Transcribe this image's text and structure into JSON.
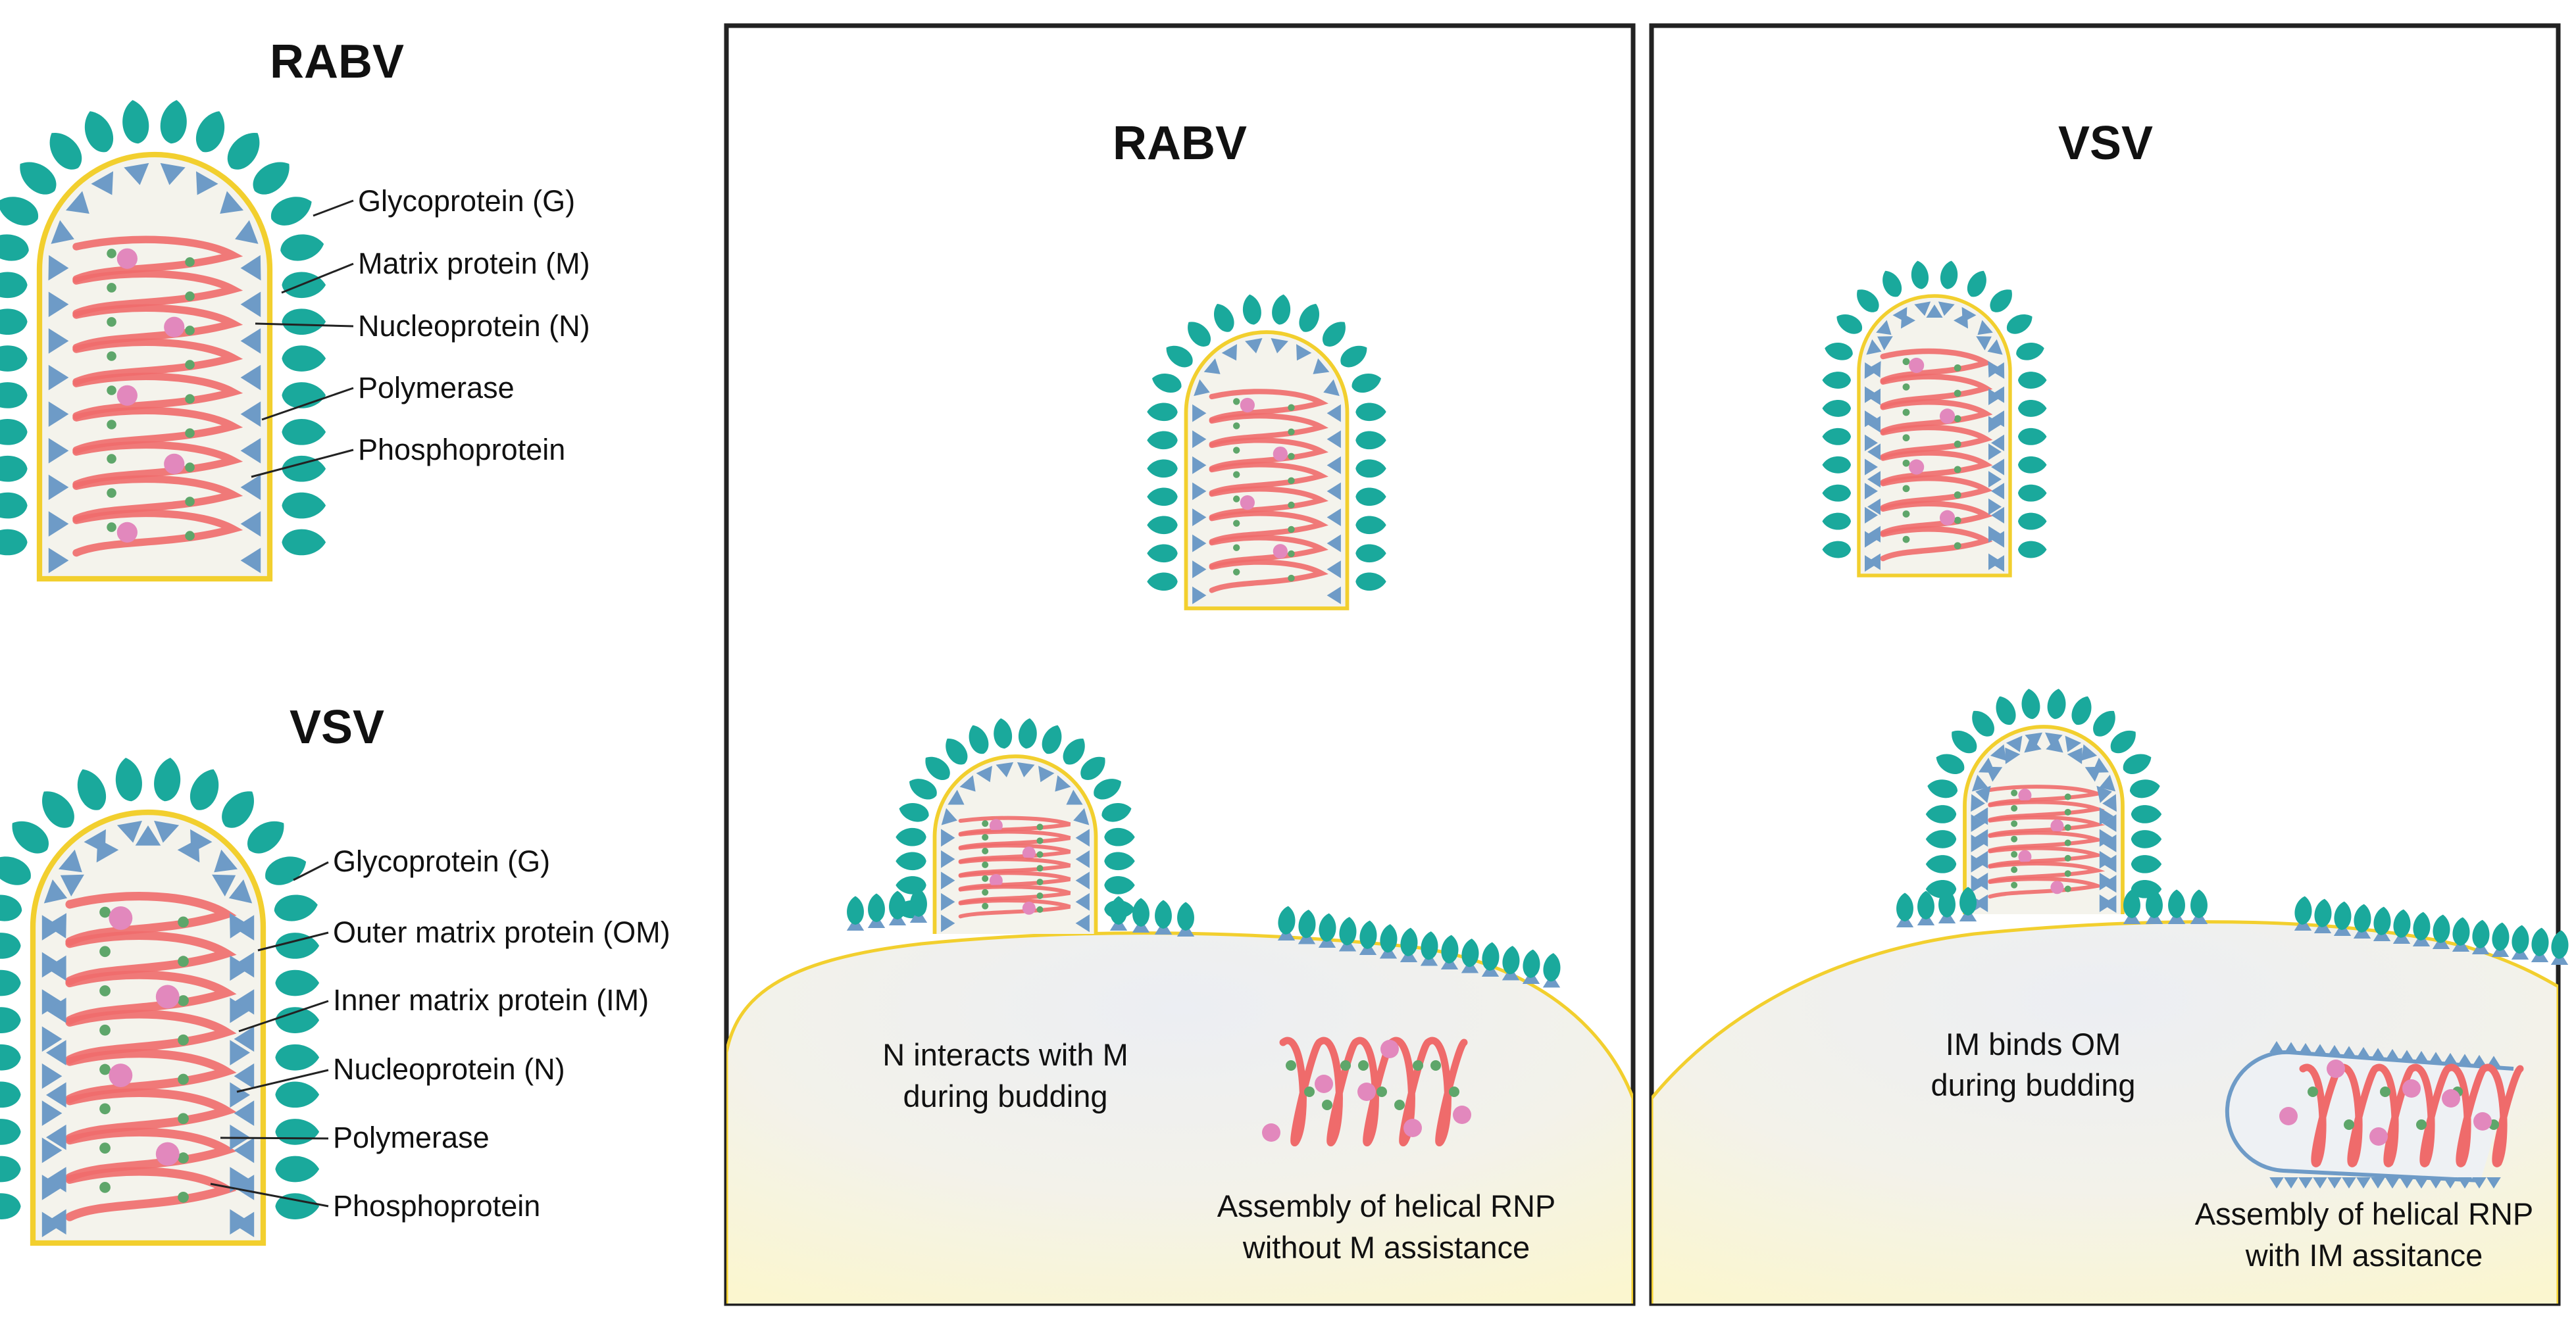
{
  "legend": {
    "rabv_title": "RABV",
    "vsv_title": "VSV",
    "rabv_labels": [
      "Glycoprotein (G)",
      "Matrix protein (M)",
      "Nucleoprotein (N)",
      "Polymerase",
      "Phosphoprotein"
    ],
    "vsv_labels": [
      "Glycoprotein (G)",
      "Outer matrix protein (OM)",
      "Inner matrix protein (IM)",
      "Nucleoprotein (N)",
      "Polymerase",
      "Phosphoprotein"
    ]
  },
  "panels": {
    "rabv": {
      "title": "RABV",
      "budding_caption": [
        "N interacts with M",
        "during budding"
      ],
      "assembly_caption": [
        "Assembly of helical RNP",
        "without M assistance"
      ]
    },
    "vsv": {
      "title": "VSV",
      "budding_caption": [
        "IM binds OM",
        "during budding"
      ],
      "assembly_caption": [
        "Assembly of helical RNP",
        "with IM assitance"
      ]
    }
  },
  "colors": {
    "glycoprotein": "#1aa99c",
    "matrix": "#6e9bc7",
    "membrane": "#f2cf2e",
    "interior": "#f4f3ec",
    "rnp": "#ef6b6b",
    "phosphoprotein": "#5ea66a",
    "polymerase": "#e288bd",
    "cell_fill": "#fbf8dc",
    "frame": "#222222"
  }
}
